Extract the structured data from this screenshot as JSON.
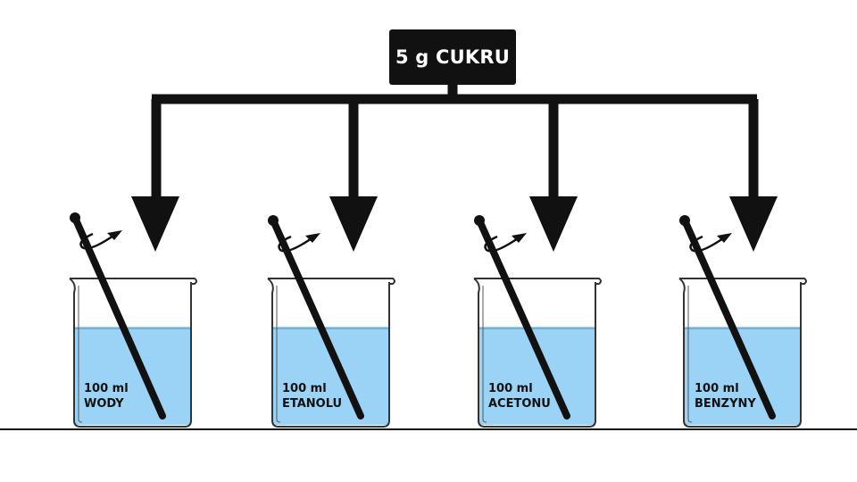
{
  "source": {
    "label": "5 g CUKRU"
  },
  "beakers": [
    {
      "volume": "100 ml",
      "solvent": "WODY"
    },
    {
      "volume": "100 ml",
      "solvent": "ETANOLU"
    },
    {
      "volume": "100 ml",
      "solvent": "ACETONU"
    },
    {
      "volume": "100 ml",
      "solvent": "BENZYNY"
    }
  ],
  "colors": {
    "liquid": "#9ad3f5",
    "lines": "#111111"
  }
}
